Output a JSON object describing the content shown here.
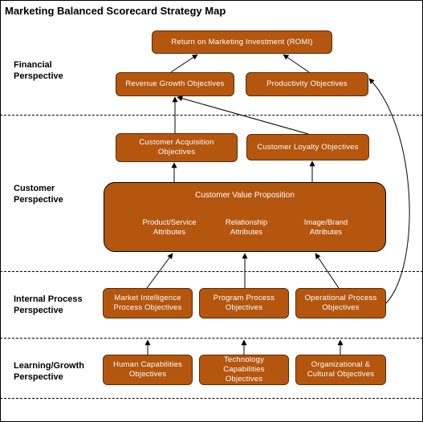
{
  "title": "Marketing Balanced Scorecard Strategy Map",
  "perspectives": {
    "financial": "Financial\nPerspective",
    "customer": "Customer\nPerspective",
    "internal": "Internal Process\nPerspective",
    "learning": "Learning/Growth\nPerspective"
  },
  "financial": {
    "romi": "Return on Marketing Investment (ROMI)",
    "revenue_growth": "Revenue Growth Objectives",
    "productivity": "Productivity Objectives"
  },
  "customer": {
    "acquisition": "Customer Acquisition\nObjectives",
    "loyalty": "Customer Loyalty Objectives",
    "value_proposition": {
      "title": "Customer Value Proposition",
      "attributes": [
        "Product/Service\nAttributes",
        "Relationship\nAttributes",
        "Image/Brand\nAttributes"
      ]
    }
  },
  "internal": {
    "market_intelligence": "Market Intelligence\nProcess Objectives",
    "program": "Program Process\nObjectives",
    "operational": "Operational Process\nObjectives"
  },
  "learning": {
    "human": "Human Capabilities\nObjectives",
    "technology": "Technology Capabilities\nObjectives",
    "organizational": "Organizational &\nCultural Objectives"
  },
  "colors": {
    "box_fill": "#b5560f",
    "box_text": "#ffffff",
    "line": "#000000"
  }
}
